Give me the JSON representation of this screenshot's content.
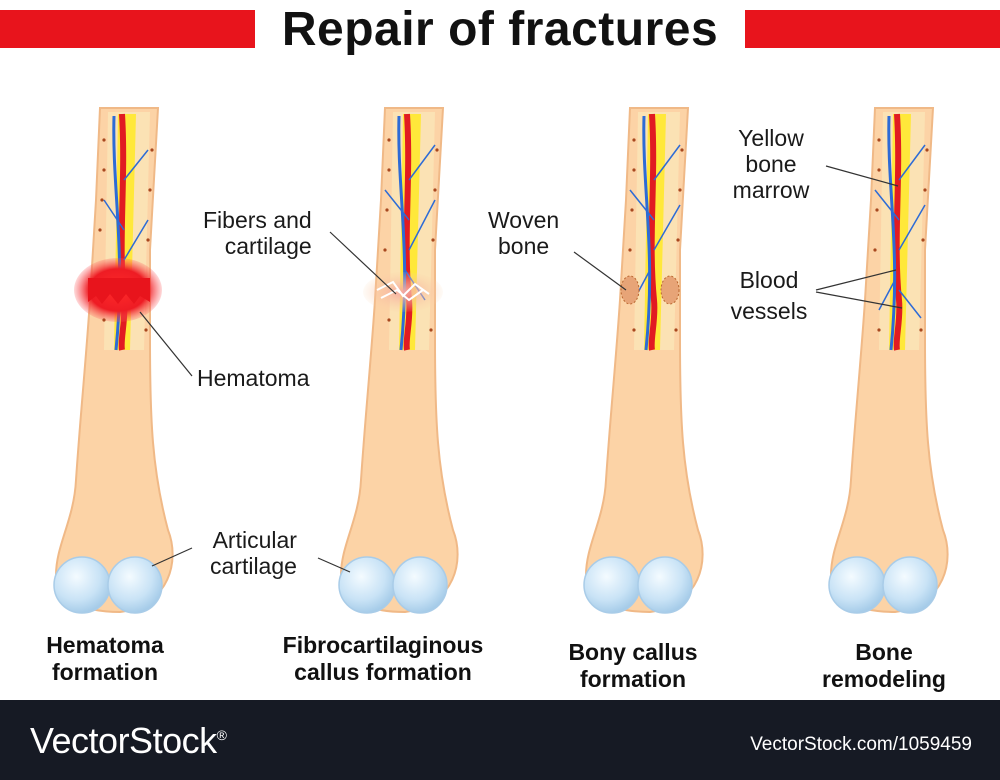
{
  "title": "Repair of  fractures",
  "labels": {
    "fibers_cartilage": "Fibers and\ncartilage",
    "hematoma": "Hematoma",
    "articular_cartilage": "Articular\ncartilage",
    "woven_bone": "Woven\nbone",
    "yellow_marrow": "Yellow\nbone\nmarrow",
    "blood_vessels": "Blood\nvessels"
  },
  "stages": [
    {
      "label": "Hematoma\nformation"
    },
    {
      "label": "Fibrocartilaginous\ncallus formation"
    },
    {
      "label": "Bony callus\nformation"
    },
    {
      "label": "Bone\nremodeling"
    }
  ],
  "footer": {
    "brand": "VectorStock",
    "trademark": "®",
    "credit": "VectorStock.com/1059459"
  },
  "colors": {
    "title_bar": "#e8141c",
    "bone": "#fcd3a6",
    "bone_edge": "#f0b987",
    "marrow": "#ffe83a",
    "artery": "#e11b22",
    "vein": "#2d6bd6",
    "cartilage": "#c9e3f6",
    "hematoma": "#e8141c",
    "footer_bg": "#161a24"
  }
}
